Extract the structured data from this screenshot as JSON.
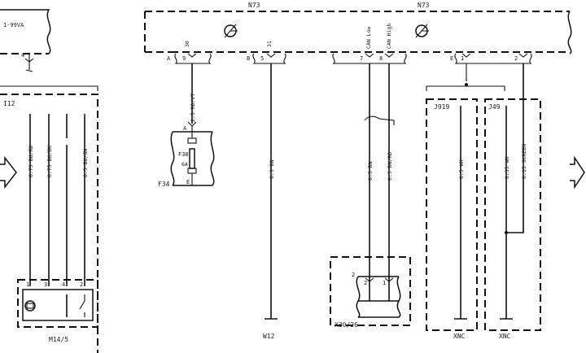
{
  "labels": {
    "n73_left": "N73",
    "n73_right": "N73",
    "year_tag": "1-99VA",
    "i12": "I12",
    "m14": "M14/5",
    "f34": "F34",
    "f38": "F38",
    "f38_rating": "6A",
    "w12": "W12",
    "x30": "X30/26",
    "j919": "J919",
    "j49": "J49",
    "xnc_1": "XNC",
    "xnc_2": "XNC"
  },
  "connectors": {
    "A": "A",
    "B": "B",
    "E": "E",
    "pin_a": "9",
    "pin_b": "5",
    "pin_7": "7",
    "pin_8": "8",
    "pin_e1": "1",
    "pin_e2": "2",
    "pin_4": "4",
    "m_pin1": "1",
    "m_pin3": "3",
    "m_pin4": "4",
    "m_pin2": "2",
    "x_pin2": "2",
    "x_pin1": "1",
    "x_lbl2": "2",
    "f_a": "A",
    "f_e": "E"
  },
  "wires": {
    "w_a": "2.5 RD/VT",
    "w_b": "0.5 BN",
    "w_7": "0.5 BN",
    "w_8": "0.5 BN/RD",
    "w_j919": "0.5 WH",
    "w_j49a": "0.35 WH",
    "w_j49b": "0.35 SCREEN",
    "w_i1": "0.75 BU/RD",
    "w_i2": "0.75 BU/BK",
    "w_i4": "0.5 BU/GN",
    "pin_tag_a": "30",
    "pin_tag_b": "31",
    "pin_tag_7": "CAN Low",
    "pin_tag_8": "CAN High"
  }
}
